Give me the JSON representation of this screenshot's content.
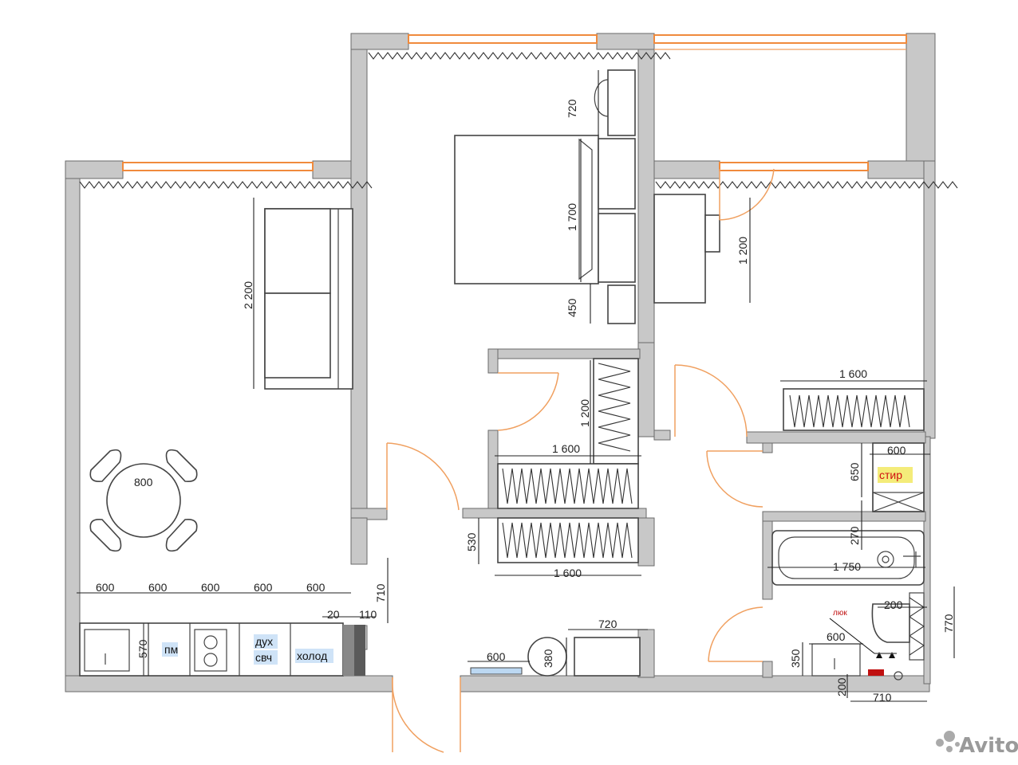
{
  "dimensions": {
    "bedroom_nightstand_depth": "720",
    "bed_width": "1 700",
    "bed_side_gap": "450",
    "sofa_length": "2 200",
    "desk_length": "1 200",
    "wardrobe_right_bedroom": "1 600",
    "closet_depth": "1 200",
    "closet_width": "1 600",
    "hall_wardrobe_width": "1 600",
    "hall_gap": "530",
    "table_diameter": "800",
    "kitchen_module_1": "600",
    "kitchen_module_2": "600",
    "kitchen_module_3": "600",
    "kitchen_module_4": "600",
    "kitchen_module_5": "600",
    "kitchen_passage": "710",
    "kitchen_offset_a": "20",
    "kitchen_offset_b": "110",
    "counter_depth": "570",
    "hall_cabinet_width": "720",
    "shoe_rack_width": "600",
    "round_item_diameter": "380",
    "laundry_width": "600",
    "laundry_depth": "650",
    "laundry_gap": "270",
    "bathtub_length": "1 750",
    "toilet_offset": "200",
    "bath_sink_width": "600",
    "bath_sink_depth": "350",
    "riser_offset": "200",
    "riser_width": "710",
    "bathroom_depth": "770"
  },
  "labels": {
    "dishwasher": "пм",
    "oven_line1": "дух",
    "oven_line2": "свч",
    "fridge": "холод",
    "washer": "стир",
    "hatch": "люк"
  },
  "watermark": "Avito",
  "colors": {
    "wall": "#c8c8c8",
    "door_swing": "#f0a060",
    "window": "#f08a3c",
    "label_highlight": "#cfe3f7",
    "washer_highlight": "#f4ec7a",
    "hatch_label": "#c01010"
  }
}
